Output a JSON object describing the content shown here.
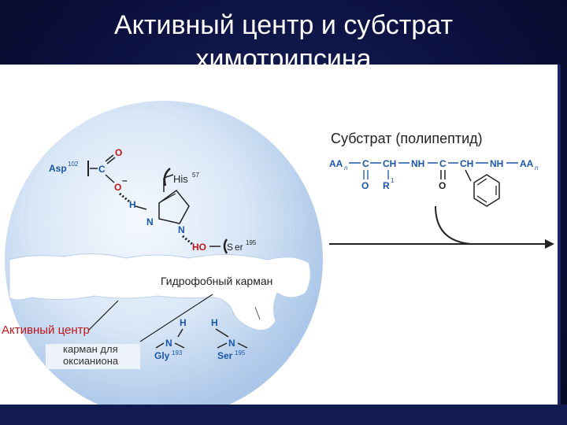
{
  "slide": {
    "title_line1": "Активный центр и субстрат",
    "title_line2": "химотрипсина"
  },
  "labels": {
    "substrate": "Субстрат (полипептид)",
    "hydrophobic_pocket": "Гидрофобный карман",
    "active_center": "Активный центр",
    "oxyanion_line1": "карман для",
    "oxyanion_line2": "оксианиона"
  },
  "molecule": {
    "asp": "Asp",
    "asp_num": "102",
    "his": "His",
    "his_num": "57",
    "ser": "Ser",
    "ser_num": "195",
    "gly": "Gly",
    "gly_num": "193",
    "ser2": "Ser",
    "ser2_num": "195",
    "atom_c": "C",
    "atom_o": "O",
    "atom_o_minus": "O⁻",
    "atom_h": "H",
    "atom_n": "N",
    "atom_ho": "HO",
    "atom_s": "S",
    "minus": "–"
  },
  "substrate_chain": {
    "aa_left": "AA",
    "n_sub": "n",
    "c1": "C",
    "ch1": "CH",
    "nh": "NH",
    "c2": "C",
    "ch2": "CH",
    "nh2": "NH",
    "aa_right": "AA",
    "o1": "O",
    "r1": "R",
    "r1_sup": "1",
    "o2": "O"
  },
  "colors": {
    "title": "#ffffff",
    "chain_blue": "#1a56a8",
    "active_red": "#c0151b",
    "sphere_light": "#e6eff9",
    "sphere_mid": "#bcd3ee"
  }
}
